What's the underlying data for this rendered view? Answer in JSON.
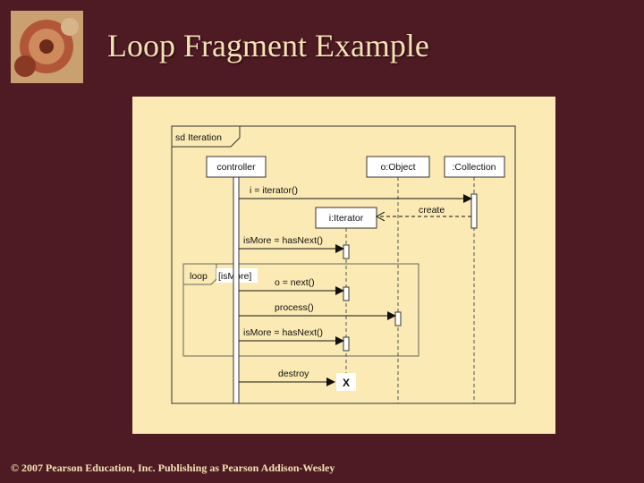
{
  "slide": {
    "title": "Loop Fragment Example",
    "footer": "© 2007 Pearson Education, Inc. Publishing as Pearson Addison-Wesley"
  },
  "diagram": {
    "frame_label": "sd Iteration",
    "lifelines": {
      "controller": "controller",
      "object": "o:Object",
      "collection": ":Collection",
      "iterator": "i:Iterator"
    },
    "messages": {
      "iterator_call": "i = iterator()",
      "create": "create",
      "has_next_1": "isMore = hasNext()",
      "next": "o = next()",
      "process": "process()",
      "has_next_2": "isMore = hasNext()",
      "destroy": "destroy"
    },
    "fragment": {
      "operator": "loop",
      "guard": "[isMore]"
    },
    "destroy_mark": "X"
  },
  "colors": {
    "slide_background": "#4e1a24",
    "title_text": "#f4e2b4",
    "panel_background": "#fbeab4"
  }
}
